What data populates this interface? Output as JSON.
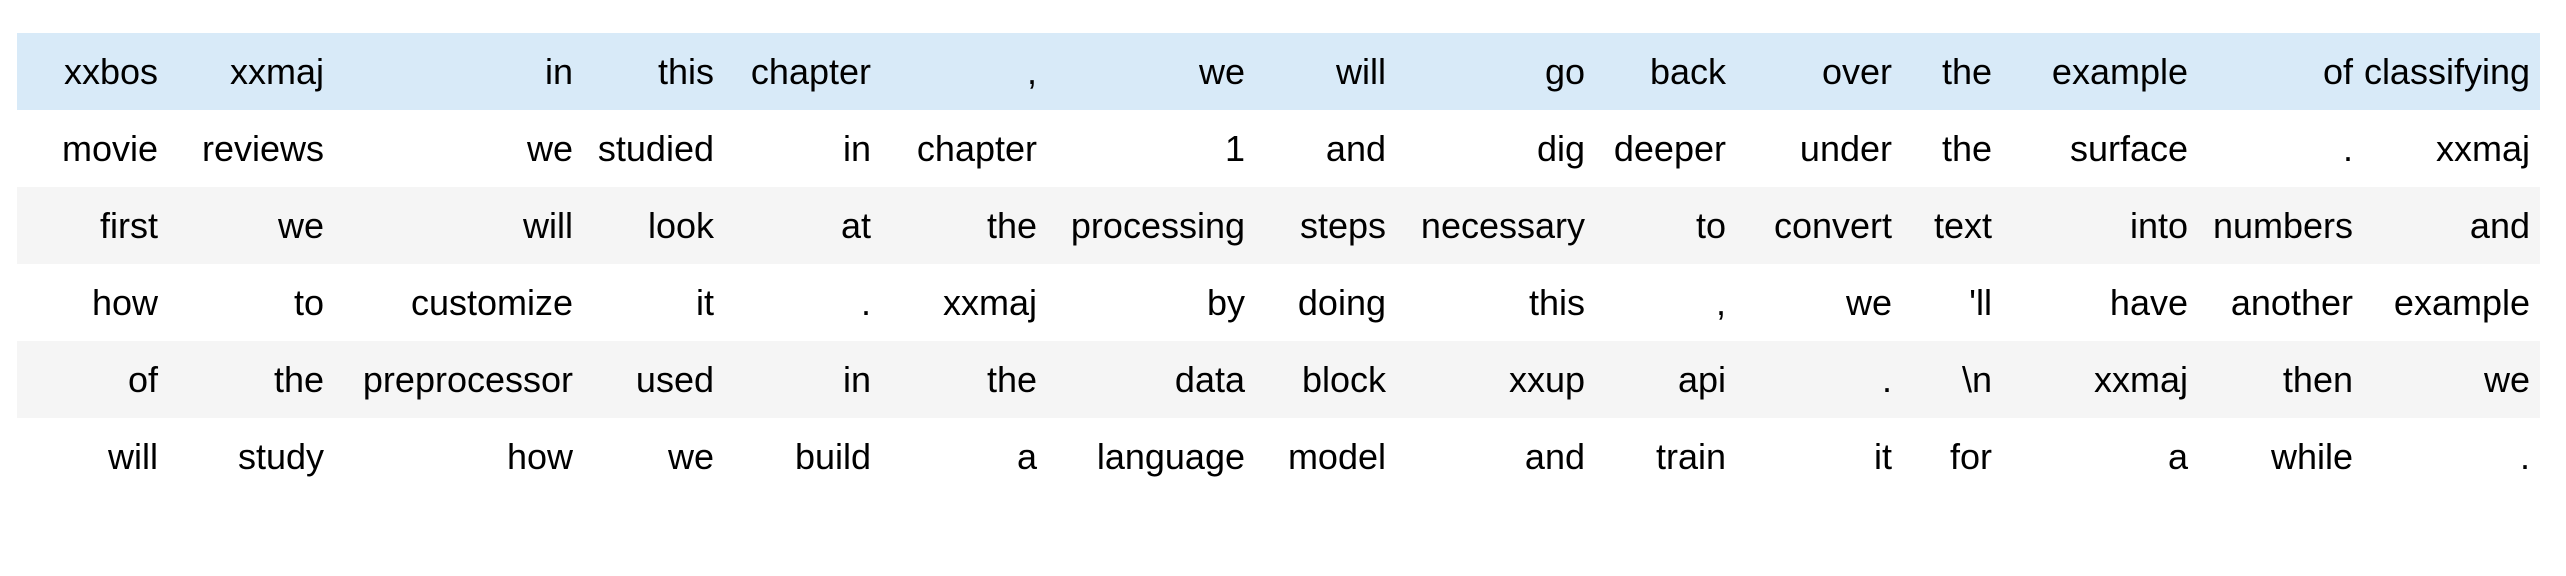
{
  "colors": {
    "highlight_row": "#d8eaf8",
    "stripe_row": "#f5f5f5",
    "background": "#ffffff",
    "text": "#000000"
  },
  "table": {
    "highlighted_row_index": 0,
    "striped_row_indices": [
      2,
      4
    ],
    "num_columns": 15,
    "rows": [
      {
        "tokens": [
          "xxbos",
          "xxmaj",
          "in",
          "this",
          "chapter",
          ",",
          "we",
          "will",
          "go",
          "back",
          "over",
          "the",
          "example",
          "of",
          "classifying"
        ]
      },
      {
        "tokens": [
          "movie",
          "reviews",
          "we",
          "studied",
          "in",
          "chapter",
          "1",
          "and",
          "dig",
          "deeper",
          "under",
          "the",
          "surface",
          ".",
          "xxmaj"
        ]
      },
      {
        "tokens": [
          "first",
          "we",
          "will",
          "look",
          "at",
          "the",
          "processing",
          "steps",
          "necessary",
          "to",
          "convert",
          "text",
          "into",
          "numbers",
          "and"
        ]
      },
      {
        "tokens": [
          "how",
          "to",
          "customize",
          "it",
          ".",
          "xxmaj",
          "by",
          "doing",
          "this",
          ",",
          "we",
          "'ll",
          "have",
          "another",
          "example"
        ]
      },
      {
        "tokens": [
          "of",
          "the",
          "preprocessor",
          "used",
          "in",
          "the",
          "data",
          "block",
          "xxup",
          "api",
          ".",
          "\\n",
          "xxmaj",
          "then",
          "we"
        ]
      },
      {
        "tokens": [
          "will",
          "study",
          "how",
          "we",
          "build",
          "a",
          "language",
          "model",
          "and",
          "train",
          "it",
          "for",
          "a",
          "while",
          "."
        ]
      }
    ]
  }
}
